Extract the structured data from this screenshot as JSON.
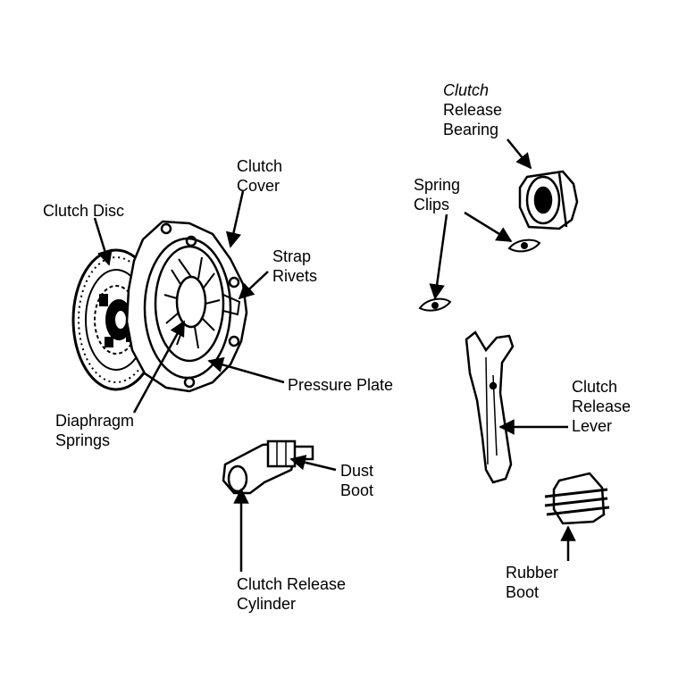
{
  "diagram": {
    "labels": {
      "clutch_release_bearing": {
        "line1": "Clutch",
        "line2": "Release",
        "line3": "Bearing"
      },
      "clutch_cover": {
        "line1": "Clutch",
        "line2": "Cover"
      },
      "clutch_disc": {
        "line1": "Clutch Disc"
      },
      "spring_clips": {
        "line1": "Spring",
        "line2": "Clips"
      },
      "strap_rivets": {
        "line1": "Strap",
        "line2": "Rivets"
      },
      "pressure_plate": {
        "line1": "Pressure Plate"
      },
      "clutch_release_lever": {
        "line1": "Clutch",
        "line2": "Release",
        "line3": "Lever"
      },
      "diaphragm_springs": {
        "line1": "Diaphragm",
        "line2": "Springs"
      },
      "dust_boot": {
        "line1": "Dust",
        "line2": "Boot"
      },
      "rubber_boot": {
        "line1": "Rubber",
        "line2": "Boot"
      },
      "clutch_release_cylinder": {
        "line1": "Clutch Release",
        "line2": "Cylinder"
      }
    },
    "colors": {
      "ink": "#000000",
      "paper": "#ffffff"
    }
  }
}
